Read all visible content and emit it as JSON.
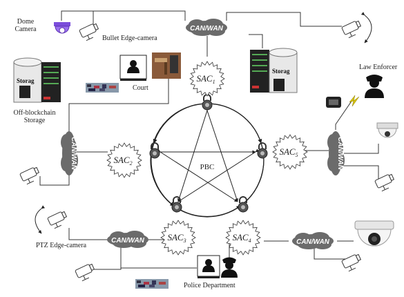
{
  "labels": {
    "dome_camera": "Dome\nCamera",
    "bullet_edge_camera": "Bullet Edge-camera",
    "court": "Court",
    "law_enforcer": "Law Enforcer",
    "off_blockchain_storage": "Off-blockchain\nStorage",
    "storage_label_left": "Storag",
    "storage_label_right": "Storag",
    "storage_label_cabinet": "Storag",
    "pbc": "PBC",
    "ptz_edge_camera": "PTZ Edge-camera",
    "police_department": "Police Department"
  },
  "networks": {
    "top": "CAN/WAN",
    "left": "CAN/WAN",
    "right": "CAN/WAN",
    "bottom_left": "CAN/WAN",
    "bottom_right": "CAN/WAN"
  },
  "nodes": {
    "sac1": {
      "base": "SAC",
      "sub": "1"
    },
    "sac2": {
      "base": "SAC",
      "sub": "2"
    },
    "sac3": {
      "base": "SAC",
      "sub": "3"
    },
    "sac4": {
      "base": "SAC",
      "sub": "4"
    },
    "sac5": {
      "base": "SAC",
      "sub": "5"
    }
  },
  "colors": {
    "cloud": "#6b6b6b",
    "line": "#333333",
    "dome_camera": "#7b4ddb",
    "bolt": "#d6c200"
  }
}
